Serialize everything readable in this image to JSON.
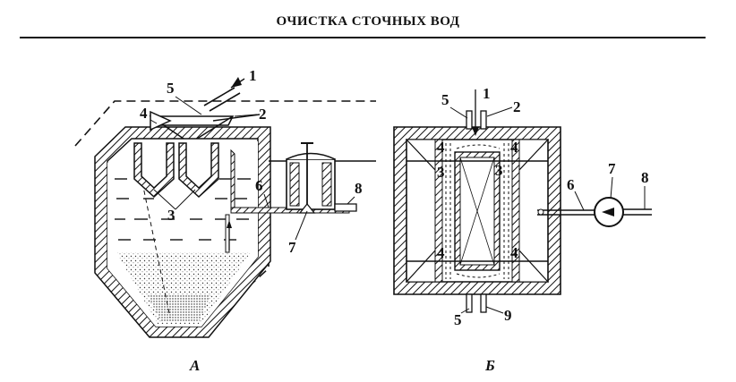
{
  "header": {
    "title": "ОЧИСТКА СТОЧНЫХ ВОД"
  },
  "figure_a": {
    "caption": "А",
    "labels": {
      "l1": "1",
      "l2": "2",
      "l3": "3",
      "l4": "4",
      "l5": "5",
      "l6": "6",
      "l7": "7",
      "l8": "8"
    }
  },
  "figure_b": {
    "caption": "Б",
    "labels": {
      "l1": "1",
      "l2": "2",
      "l3a": "3",
      "l3b": "3",
      "l4a": "4",
      "l4b": "4",
      "l4c": "4",
      "l4d": "4",
      "l5a": "5",
      "l5b": "5",
      "l6": "6",
      "l7": "7",
      "l8": "8",
      "l9": "9"
    }
  }
}
